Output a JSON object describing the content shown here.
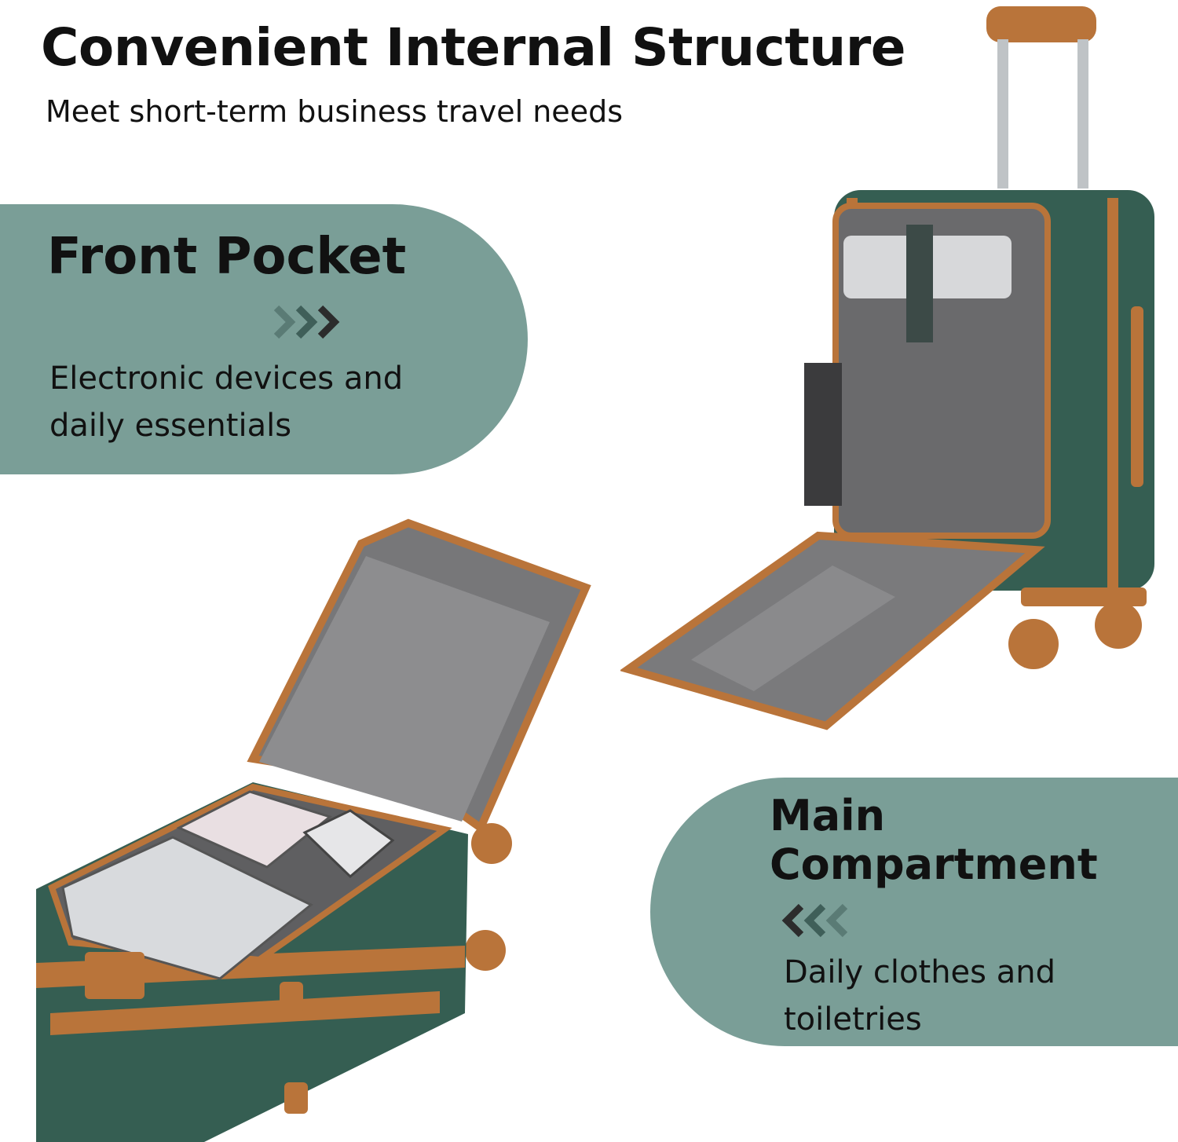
{
  "header": {
    "title": "Convenient Internal Structure",
    "subtitle": "Meet short-term business travel needs"
  },
  "front_pocket": {
    "title": "Front Pocket",
    "description": "Electronic devices and daily essentials"
  },
  "main_compartment": {
    "title": "Main Compartment",
    "description": "Daily clothes and toiletries"
  },
  "colors": {
    "panel": "#7a9e97",
    "shell": "#355e52",
    "trim": "#b9743a",
    "lining": "#5e5e60",
    "text": "#111111",
    "background": "#ffffff"
  },
  "icons": [
    "chevrons-right-icon",
    "chevrons-left-icon"
  ]
}
